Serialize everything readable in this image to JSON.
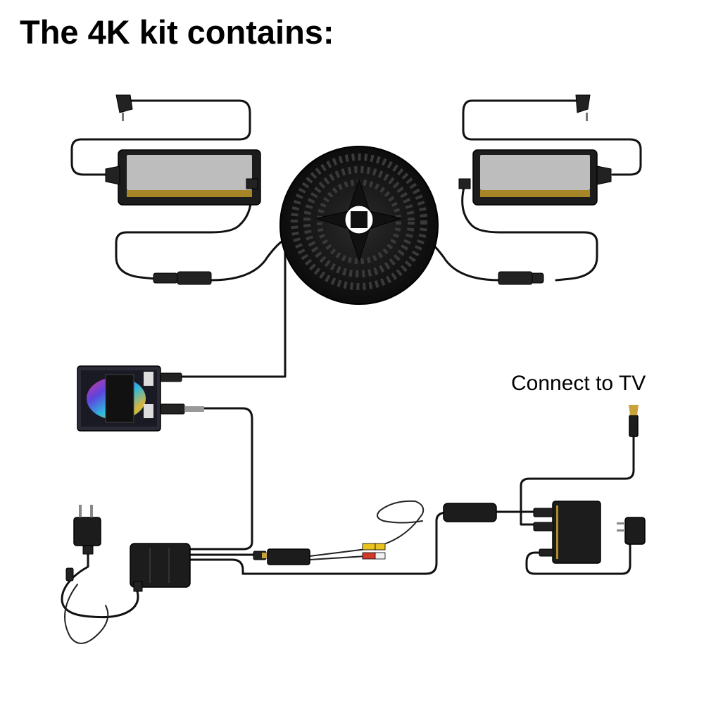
{
  "heading": "The 4K kit contains:",
  "connect_label": "Connect to TV",
  "colors": {
    "background": "#ffffff",
    "device": "#1c1c1c",
    "cable": "#111111",
    "rca_red": "#d23a2a",
    "rca_yellow": "#e9c31e",
    "rca_white": "#f2f2f2",
    "ambilight_glow": [
      "#ff3fa0",
      "#6a4bff",
      "#2fd4ff",
      "#ffd23f",
      "#3fff7a"
    ]
  },
  "components": {
    "adapters": [
      "left-power-adapter",
      "right-power-adapter"
    ],
    "led_strip": "led-strip-reel",
    "controller": "ambilight-controller-box",
    "usb_charger": "usb-power-charger",
    "hub": "hdmi-switch-hub",
    "converter": "hdmi-av-converter",
    "splitter": "hdmi-splitter-box",
    "splitter_power": "splitter-power-adapter",
    "hdmi_plug": "hdmi-plug-to-tv"
  }
}
